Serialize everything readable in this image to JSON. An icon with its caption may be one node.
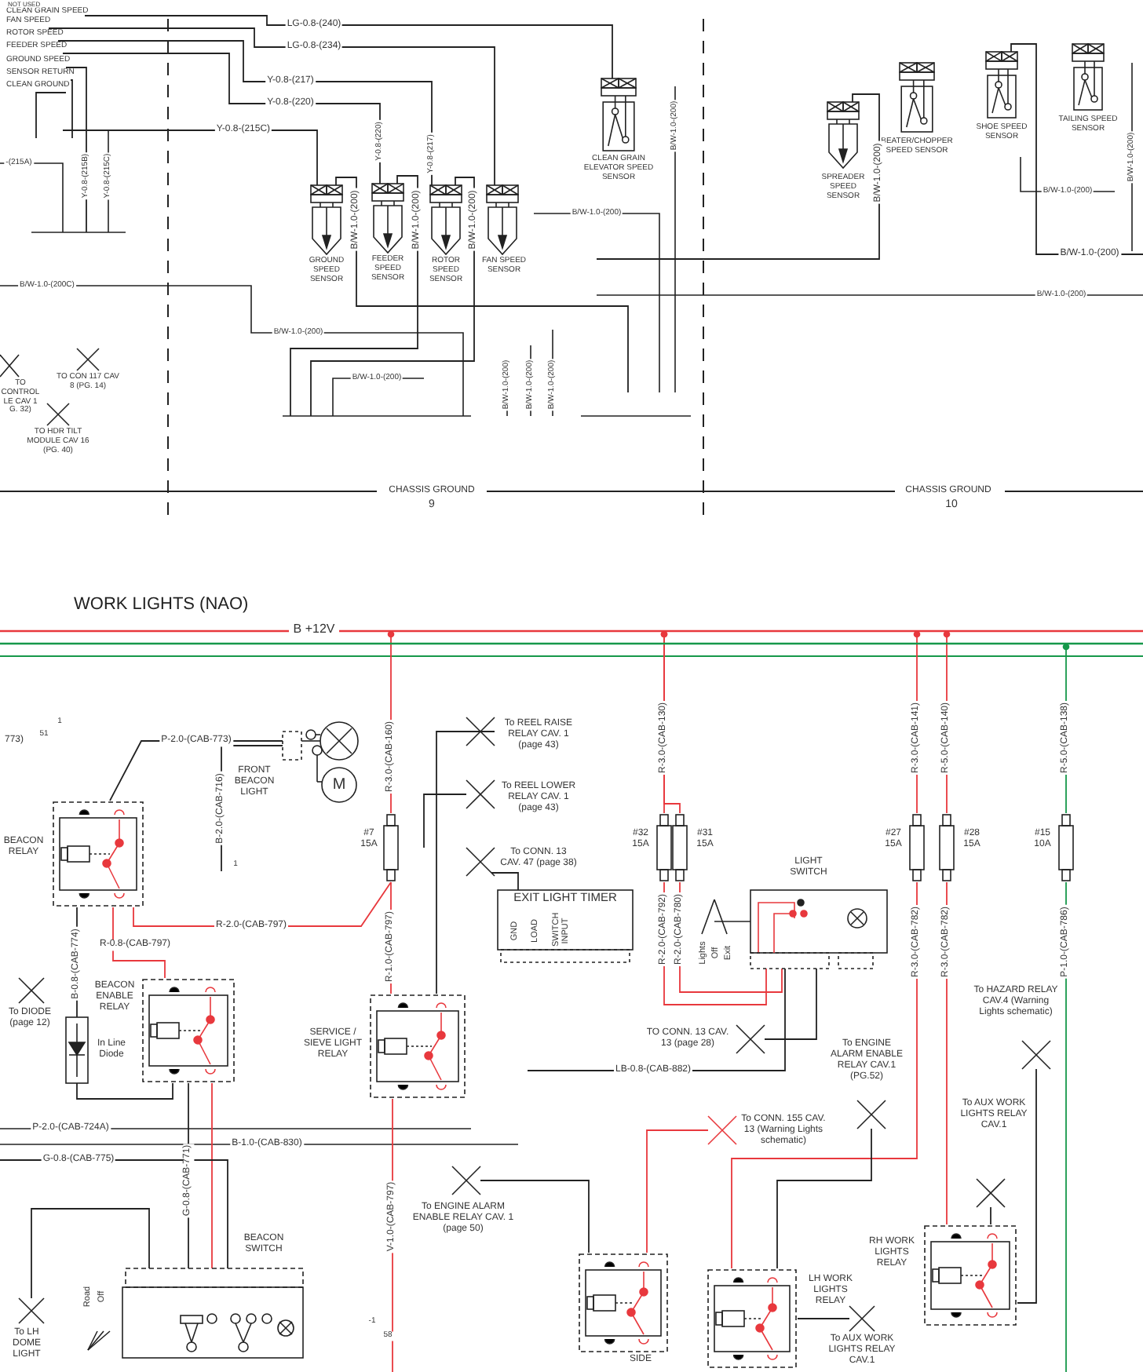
{
  "diagram": {
    "title": "WORK LIGHTS (NAO)",
    "nodes": [
      {
        "text": [
          "GROUND SPEED SENSOR"
        ]
      },
      {
        "text": [
          "FEEDER SPEED SENSOR"
        ]
      },
      {
        "text": [
          "ROTOR SPEED SENSOR"
        ]
      },
      {
        "text": [
          "FAN SPEED SENSOR"
        ]
      },
      {
        "text": [
          "CLEAN GRAIN ELEVATOR SPEED SENSOR"
        ]
      },
      {
        "text": [
          "SPREADER SPEED SENSOR"
        ]
      },
      {
        "text": [
          "BEATER/CHOPPER SPEED SENSOR"
        ]
      },
      {
        "text": [
          "SHOE SPEED SENSOR"
        ]
      },
      {
        "text": [
          "TAILING SPEED SENSOR"
        ]
      },
      {
        "text": [
          "TO CONTROL LE CAV 1 G. 32)"
        ]
      },
      {
        "text": [
          "TO CON 117 CAV 8 (PG. 14)"
        ]
      },
      {
        "text": [
          "TO HDR TILT MODULE CAV 16 (PG. 40)"
        ]
      },
      {
        "text": [
          "BEACON RELAY"
        ]
      },
      {
        "text": [
          "FRONT BEACON LIGHT"
        ]
      },
      {
        "text": [
          "#7 15A"
        ]
      },
      {
        "text": [
          "BEACON ENABLE RELAY"
        ]
      },
      {
        "text": [
          "In Line Diode"
        ]
      },
      {
        "text": [
          "To DIODE (page 12)"
        ]
      },
      {
        "text": [
          "SERVICE / SIEVE LIGHT RELAY"
        ]
      },
      {
        "text": [
          "To REEL RAISE RELAY CAV. 1 (page 43)"
        ]
      },
      {
        "text": [
          "To REEL LOWER RELAY CAV. 1 (page 43)"
        ]
      },
      {
        "text": [
          "To CONN. 13 CAV. 47 (page 38)"
        ]
      },
      {
        "text": [
          "EXIT LIGHT TIMER",
          "GND",
          "LOAD",
          "SWITCH INPUT"
        ]
      },
      {
        "text": [
          "#32 15A"
        ]
      },
      {
        "text": [
          "#31 15A"
        ]
      },
      {
        "text": [
          "LIGHT SWITCH",
          "Lights",
          "Off",
          "Exit"
        ]
      },
      {
        "text": [
          "#27 15A"
        ]
      },
      {
        "text": [
          "#28 15A"
        ]
      },
      {
        "text": [
          "#15 10A"
        ]
      },
      {
        "text": [
          "TO CONN. 13 CAV. 13 (page 28)"
        ]
      },
      {
        "text": [
          "To ENGINE ALARM ENABLE RELAY CAV.1 (PG.52)"
        ]
      },
      {
        "text": [
          "To HAZARD RELAY CAV.4 (Warning Lights schematic)"
        ]
      },
      {
        "text": [
          "To CONN. 155 CAV. 13 (Warning Lights schematic)"
        ]
      },
      {
        "text": [
          "To AUX WORK LIGHTS RELAY CAV.1"
        ]
      },
      {
        "text": [
          "To ENGINE ALARM ENABLE RELAY CAV. 1 (page 50)"
        ]
      },
      {
        "text": [
          "BEACON SWITCH",
          "Road",
          "Off"
        ]
      },
      {
        "text": [
          "To LH DOME LIGHT"
        ]
      },
      {
        "text": [
          "SIDE"
        ]
      },
      {
        "text": [
          "LH WORK LIGHTS RELAY"
        ]
      },
      {
        "text": [
          "RH WORK LIGHTS RELAY"
        ]
      },
      {
        "text": [
          "To AUX WORK LIGHTS RELAY CAV.1"
        ]
      },
      {
        "text": [
          "B +12V"
        ]
      },
      {
        "text": [],
        "shape": "bar"
      },
      {
        "text": [
          "CLEAN GRAIN SPEED"
        ]
      },
      {
        "text": [
          "FAN SPEED"
        ]
      },
      {
        "text": [
          "ROTOR SPEED"
        ]
      },
      {
        "text": [
          "FEEDER SPEED"
        ]
      },
      {
        "text": [
          "GROUND SPEED"
        ]
      },
      {
        "text": [
          "SENSOR RETURN"
        ]
      },
      {
        "text": [
          "CLEAN GROUND"
        ]
      }
    ],
    "edges": [
      {
        "from": 14,
        "to": 12,
        "arrow": "none",
        "label": "R-2.0-(CAB-797)",
        "color": "#e8383d"
      },
      {
        "from": 14,
        "to": 18,
        "arrow": "none",
        "label": "R-1.0-(CAB-797)",
        "color": "#e8383d"
      },
      {
        "from": 26,
        "to": 38,
        "arrow": "none",
        "label": "R-3.0-(CAB-782)",
        "color": "#e8383d"
      },
      {
        "from": 27,
        "to": 39,
        "arrow": "none",
        "label": "R-3.0-(CAB-782)",
        "color": "#e8383d"
      },
      {
        "from": 28,
        "to": null,
        "arrow": "none",
        "label": "P-1.0-(CAB-786)",
        "color": "#16984a"
      },
      {
        "from": 30,
        "to": 38,
        "arrow": "none"
      },
      {
        "from": 31,
        "to": 39,
        "arrow": "none"
      },
      {
        "from": 33,
        "to": 39,
        "arrow": "none"
      },
      {
        "from": 32,
        "to": 37,
        "arrow": "none",
        "color": "#e8383d"
      },
      {
        "from": 18,
        "to": null,
        "arrow": "none",
        "label": "V-1.0-(CAB-797)",
        "color": "#e8383d"
      },
      {
        "from": 23,
        "to": 25,
        "arrow": "none",
        "label": "R-2.0-(CAB-792)",
        "color": "#e8383d"
      },
      {
        "from": 24,
        "to": 25,
        "arrow": "none",
        "label": "R-2.0-(CAB-780)",
        "color": "#e8383d"
      },
      {
        "from": 13,
        "to": 12,
        "arrow": "none",
        "label": "P-2.0-(CAB-773)"
      },
      {
        "from": 12,
        "to": 15,
        "arrow": "none",
        "label": "R-0.8-(CAB-797)",
        "color": "#e8383d"
      },
      {
        "from": 15,
        "to": 35,
        "arrow": "none",
        "color": "#e8383d"
      },
      {
        "from": 34,
        "to": 37,
        "arrow": "none"
      },
      {
        "from": 29,
        "to": 25,
        "arrow": "none"
      },
      {
        "from": 16,
        "to": 15,
        "arrow": "none"
      },
      {
        "from": 36,
        "to": 35,
        "arrow": "none"
      },
      {
        "from": 19,
        "to": 18,
        "arrow": "none"
      },
      {
        "from": 20,
        "to": null,
        "arrow": "none"
      },
      {
        "from": 21,
        "to": 22,
        "arrow": "none"
      },
      {
        "from": 40,
        "to": 38,
        "arrow": "none"
      },
      {
        "from": 12,
        "to": 16,
        "arrow": "none",
        "label": "B-0.8-(CAB-774)"
      },
      {
        "from": 41,
        "to": 14,
        "arrow": "other",
        "label": "R-3.0-(CAB-160)",
        "color": "#e8383d"
      },
      {
        "from": 41,
        "to": 23,
        "arrow": "other",
        "label": "R-3.0-(CAB-130)",
        "color": "#e8383d"
      },
      {
        "from": 41,
        "to": 24,
        "arrow": "other",
        "color": "#e8383d"
      },
      {
        "from": 41,
        "to": 26,
        "arrow": "other",
        "label": "R-3.0-(CAB-141)",
        "color": "#e8383d"
      },
      {
        "from": 41,
        "to": 27,
        "arrow": "other",
        "label": "R-5.0-(CAB-140)",
        "color": "#e8383d"
      },
      {
        "from": 42,
        "to": 28,
        "arrow": "other",
        "label": "R-5.0-(CAB-138)",
        "color": "#16984a"
      },
      {
        "from": 15,
        "to": 35,
        "arrow": "none",
        "label": "G-0.8-(CAB-771)"
      },
      {
        "from": null,
        "to": 35,
        "arrow": "none",
        "label": "G-0.8-(CAB-775)"
      },
      {
        "from": 13,
        "to": null,
        "arrow": "none",
        "label": "B-2.0-(CAB-716)"
      },
      {
        "from": null,
        "to": 25,
        "arrow": "none",
        "label": "LB-0.8-(CAB-882)"
      },
      {
        "from": 43,
        "to": 4,
        "arrow": "none",
        "label": "LG-0.8-(240)"
      },
      {
        "from": 44,
        "to": 3,
        "arrow": "none",
        "label": "LG-0.8-(234)"
      },
      {
        "from": 45,
        "to": 2,
        "arrow": "none",
        "label": "Y-0.8-(217)"
      },
      {
        "from": 46,
        "to": 1,
        "arrow": "none",
        "label": "Y-0.8-(220)"
      },
      {
        "from": null,
        "to": 0,
        "arrow": "none",
        "label": "Y-0.8-(215C)"
      },
      {
        "from": 0,
        "to": null,
        "arrow": "none",
        "label": "B/W-1.0-(200)"
      },
      {
        "from": 1,
        "to": null,
        "arrow": "none",
        "label": "B/W-1.0-(200)"
      },
      {
        "from": 2,
        "to": null,
        "arrow": "none",
        "label": "B/W-1.0-(200)"
      },
      {
        "from": 5,
        "to": null,
        "arrow": "none",
        "label": "B/W-1.0-(200)"
      },
      {
        "from": 7,
        "to": null,
        "arrow": "none",
        "label": "B/W-1.0-(200)"
      },
      {
        "from": 47,
        "to": null,
        "arrow": "none"
      },
      {
        "from": 48,
        "to": null,
        "arrow": "none"
      },
      {
        "from": 49,
        "to": null,
        "arrow": "none"
      }
    ],
    "labels": [
      "NOT USED",
      "-(215A)",
      "Y-0.8-(215B)",
      "Y-0.8-(215C)",
      "Y-0.8-(220)",
      "Y-0.8-(217)",
      "B/W-1.0-(200C)",
      "B/W-1.0-(200)",
      "B/W-1.0-(200)",
      "B/W-1.0-(200)",
      "B/W-1.0-(200)",
      "B/W-1.0-(200)",
      "B/W-1.0-(200)",
      "B/W-1.0-(200)",
      "B/W-1.0-(200)",
      "B/W-1.0-(200)",
      "B/W-1.0-(200)",
      "CHASSIS GROUND",
      "9",
      "CHASSIS GROUND",
      "10",
      "773)",
      "51",
      "1",
      "M",
      "1",
      "P-2.0-(CAB-724A)",
      "B-1.0-(CAB-830)",
      "-1",
      "58"
    ]
  }
}
